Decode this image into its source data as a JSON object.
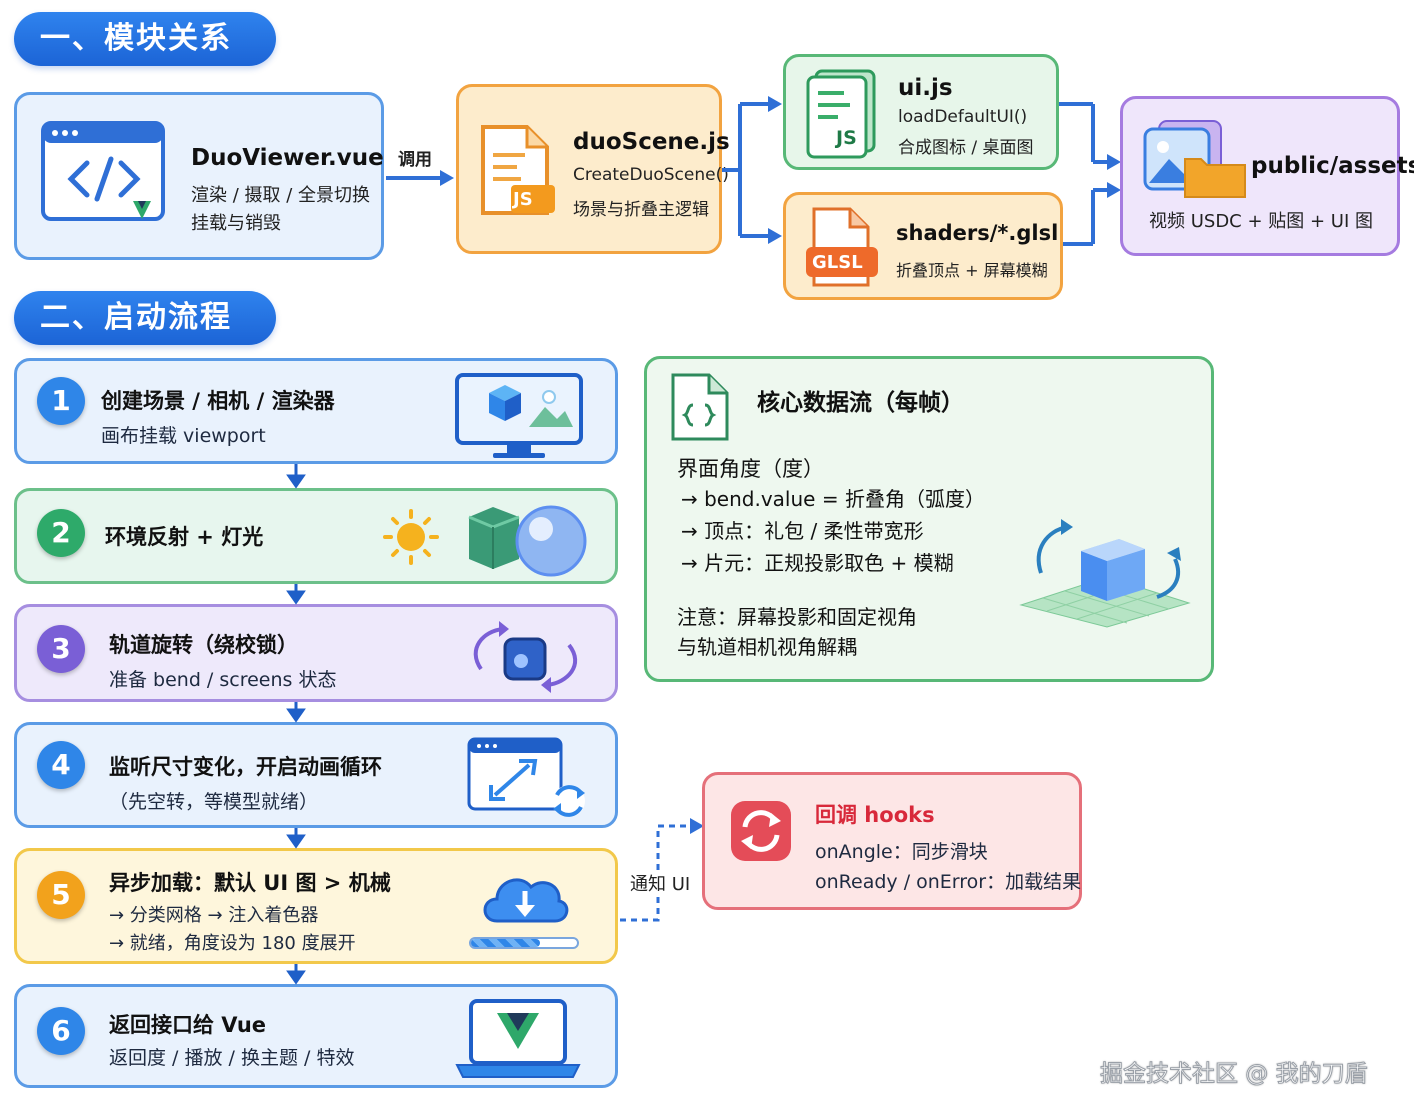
{
  "sections": {
    "modules_title": "一、模块关系",
    "startup_title": "二、启动流程"
  },
  "modules": {
    "viewer": {
      "title": "DuoViewer.vue",
      "line1": "渲染 / 摄取 / 全景切换",
      "line2": "挂载与销毁"
    },
    "call_label": "调用",
    "scene": {
      "title": "duoScene.js",
      "line1": "CreateDuoScene()",
      "line2": "场景与折叠主逻辑",
      "badge": "JS"
    },
    "ui": {
      "title": "ui.js",
      "line1": "loadDefaultUI()",
      "line2": "合成图标 / 桌面图",
      "badge": "JS"
    },
    "shaders": {
      "title": "shaders/*.glsl",
      "line1": "折叠顶点 + 屏幕模糊",
      "badge": "GLSL"
    },
    "assets": {
      "title": "public/assets",
      "line1": "视频 USDC + 贴图 + UI 图"
    }
  },
  "steps": [
    {
      "num": "1",
      "title": "创建场景 / 相机 / 渲染器",
      "sub": "画布挂载 viewport",
      "color": "#2f86e8"
    },
    {
      "num": "2",
      "title": "环境反射 + 灯光",
      "sub": "",
      "color": "#2eaa6a"
    },
    {
      "num": "3",
      "title": "轨道旋转（绕校锁）",
      "sub": "准备 bend / screens 状态",
      "color": "#7a5fd6"
    },
    {
      "num": "4",
      "title": "监听尺寸变化，开启动画循环",
      "sub": "（先空转，等模型就绪）",
      "color": "#2f86e8"
    },
    {
      "num": "5",
      "title": "异步加载：默认 UI 图 > 机械",
      "sub": "→ 分类网格 → 注入着色器",
      "sub2": "→ 就绪，角度设为 180 度展开",
      "color": "#f2a21c"
    },
    {
      "num": "6",
      "title": "返回接口给 Vue",
      "sub": "返回度 / 播放 / 换主题 / 特效",
      "color": "#2f86e8"
    }
  ],
  "dataflow": {
    "title": "核心数据流（每帧）",
    "head": "界面角度（度）",
    "lines": [
      "→ bend.value = 折叠角（弧度）",
      "→ 顶点：礼包 / 柔性带宽形",
      "→ 片元：正规投影取色 + 模糊"
    ],
    "note1": "注意：屏幕投影和固定视角",
    "note2": "与轨道相机视角解耦"
  },
  "notify_label": "通知 UI",
  "hooks": {
    "title": "回调 hooks",
    "line1": "onAngle：同步滑块",
    "line2": "onReady / onError：加载结果"
  },
  "watermark": "掘金技术社区 @ 我的刀盾",
  "progress": 0.65
}
